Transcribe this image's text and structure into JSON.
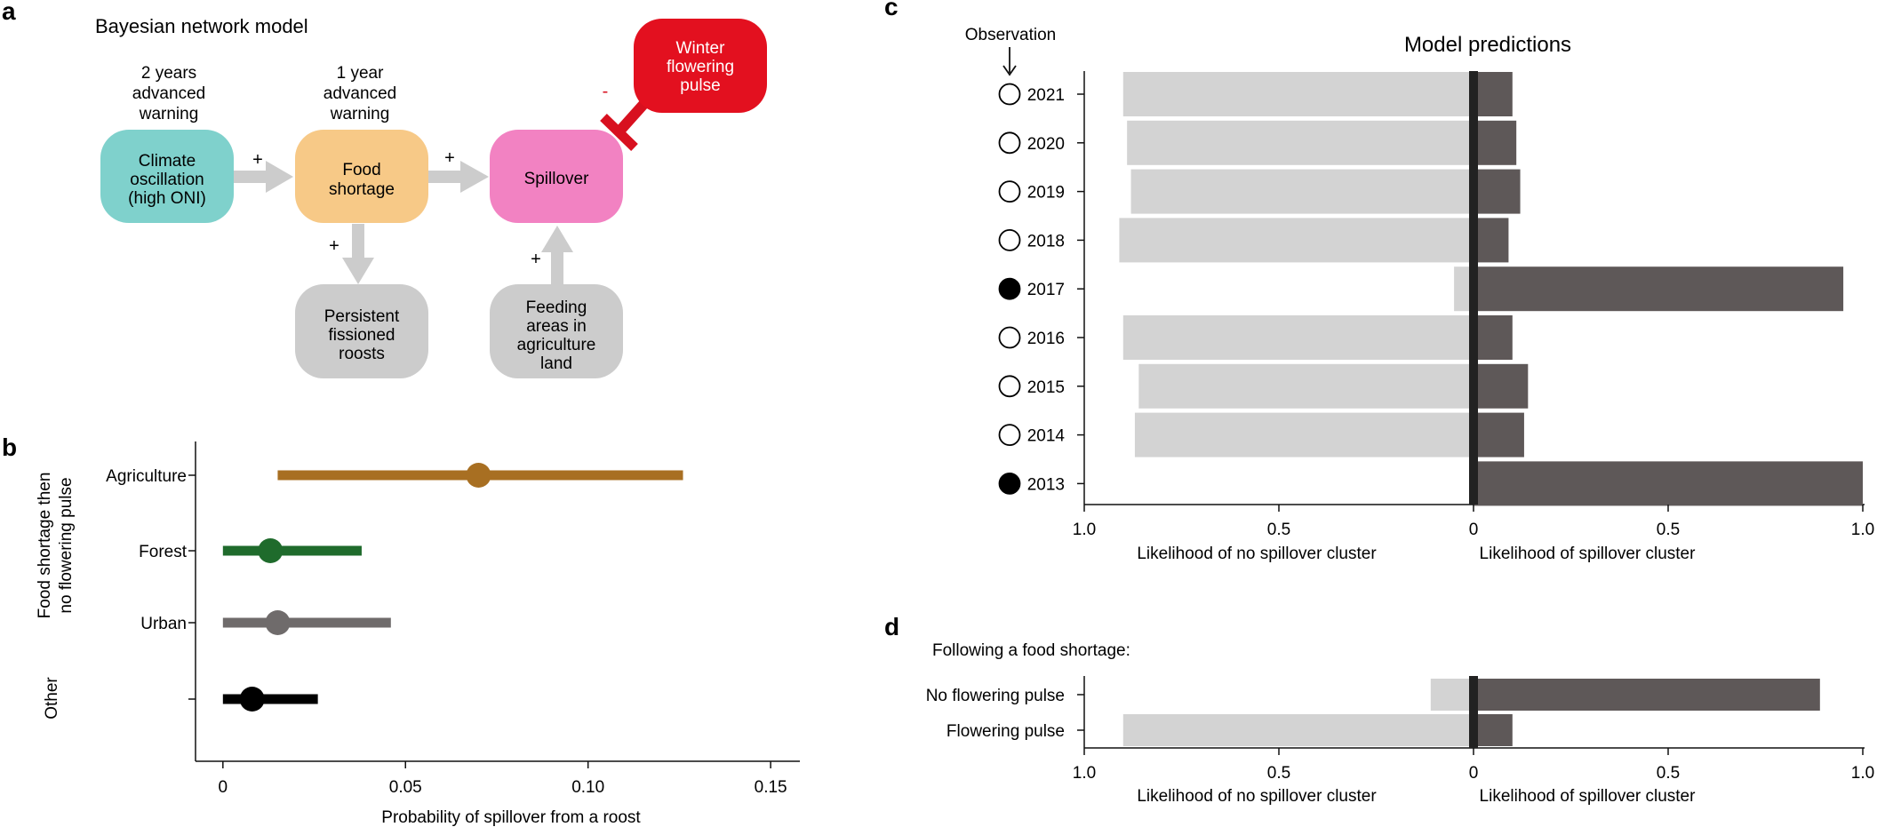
{
  "panel_labels": {
    "a": "a",
    "b": "b",
    "c": "c",
    "d": "d"
  },
  "diagram": {
    "title": "Bayesian network model",
    "nodes": {
      "climate": {
        "lines": [
          "Climate",
          "oscillation",
          "(high ONI)"
        ],
        "color": "#7fd1cc"
      },
      "food": {
        "lines": [
          "Food",
          "shortage"
        ],
        "color": "#f7c987"
      },
      "spill": {
        "lines": [
          "Spillover"
        ],
        "color": "#f282c2"
      },
      "winter": {
        "lines": [
          "Winter",
          "flowering",
          "pulse"
        ],
        "color": "#e3101f"
      },
      "roosts": {
        "lines": [
          "Persistent",
          "fissioned",
          "roosts"
        ],
        "color": "#cccccc"
      },
      "feeding": {
        "lines": [
          "Feeding",
          "areas in",
          "agriculture",
          "land"
        ],
        "color": "#cccccc"
      }
    },
    "warnings": {
      "two_years": [
        "2 years",
        "advanced",
        "warning"
      ],
      "one_year": [
        "1 year",
        "advanced",
        "warning"
      ]
    },
    "signs": {
      "plus": "+",
      "minus": "-"
    }
  },
  "panel_b": {
    "ylabel_group1": [
      "Food shortage then",
      "no flowering pulse"
    ],
    "ylabel_group2": "Other",
    "xlabel": "Probability of spillover from a roost"
  },
  "panel_c": {
    "title": "Model predictions",
    "observation_label": "Observation",
    "xlabel_left": "Likelihood of no spillover cluster",
    "xlabel_right": "Likelihood of spillover cluster"
  },
  "panel_d": {
    "title": "Following a food shortage:",
    "xlabel_left": "Likelihood of no spillover cluster",
    "xlabel_right": "Likelihood of spillover cluster"
  },
  "colors": {
    "no_spill": "#d3d3d3",
    "spill": "#5e5858",
    "axis": "#111111"
  },
  "chart_data": [
    {
      "type": "scatter",
      "panel": "b",
      "categories": [
        "Agriculture",
        "Forest",
        "Urban",
        ""
      ],
      "estimates": [
        0.07,
        0.013,
        0.015,
        0.008
      ],
      "intervals": [
        [
          0.015,
          0.126
        ],
        [
          0.0,
          0.038
        ],
        [
          0.0,
          0.046
        ],
        [
          0.0,
          0.026
        ]
      ],
      "colors": [
        "#a86f22",
        "#1f6b2c",
        "#6f6b6b",
        "#000000"
      ],
      "xlabel": "Probability of spillover from a roost",
      "xlim": [
        -0.0075,
        0.158
      ],
      "xticks": [
        0,
        0.05,
        0.1,
        0.15
      ],
      "xtick_labels": [
        "0",
        "0.05",
        "0.10",
        "0.15"
      ]
    },
    {
      "type": "bar",
      "panel": "c",
      "title": "Model predictions",
      "categories": [
        "2021",
        "2020",
        "2019",
        "2018",
        "2017",
        "2016",
        "2015",
        "2014",
        "2013"
      ],
      "observed_spillover": [
        false,
        false,
        false,
        false,
        true,
        false,
        false,
        false,
        true
      ],
      "series": [
        {
          "name": "Likelihood of no spillover cluster",
          "values": [
            0.9,
            0.89,
            0.88,
            0.91,
            0.05,
            0.9,
            0.86,
            0.87,
            0.0
          ]
        },
        {
          "name": "Likelihood of spillover cluster",
          "values": [
            0.1,
            0.11,
            0.12,
            0.09,
            0.95,
            0.1,
            0.14,
            0.13,
            1.0
          ]
        }
      ],
      "xlim": [
        -1,
        1
      ],
      "xticks": [
        -1,
        -0.5,
        0,
        0.5,
        1
      ],
      "xtick_labels": [
        "1.0",
        "0.5",
        "0",
        "0.5",
        "1.0"
      ]
    },
    {
      "type": "bar",
      "panel": "d",
      "categories": [
        "No flowering pulse",
        "Flowering pulse"
      ],
      "series": [
        {
          "name": "Likelihood of no spillover cluster",
          "values": [
            0.11,
            0.9
          ]
        },
        {
          "name": "Likelihood of spillover cluster",
          "values": [
            0.89,
            0.1
          ]
        }
      ],
      "xlim": [
        -1,
        1
      ],
      "xticks": [
        -1,
        -0.5,
        0,
        0.5,
        1
      ],
      "xtick_labels": [
        "1.0",
        "0.5",
        "0",
        "0.5",
        "1.0"
      ]
    }
  ]
}
